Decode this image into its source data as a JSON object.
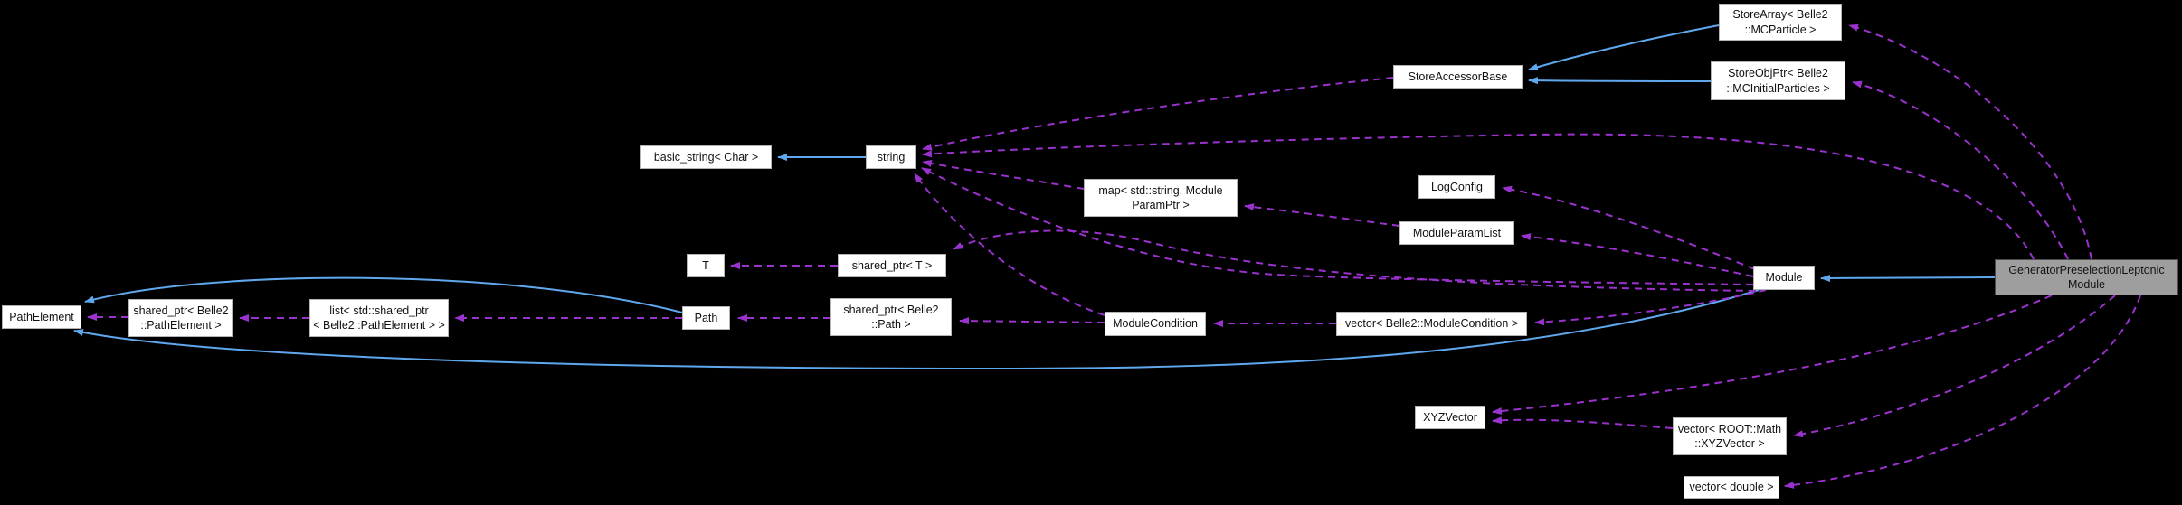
{
  "diagram": {
    "type": "doxygen-collaboration-graph",
    "highlighted_node": "GeneratorPreselectionLeptonicModule",
    "colors": {
      "background": "#000000",
      "node_fill": "#ffffff",
      "node_border": "#b4b4b4",
      "highlight_fill": "#9e9e9e",
      "highlight_border": "#4d4d4d",
      "usage_edge": "#9a32cd",
      "inheritance_edge": "#5fa8ee",
      "text": "#111111"
    }
  },
  "nodes": {
    "store_array": {
      "label": "StoreArray< Belle2 ::MCParticle >",
      "lines": [
        "StoreArray< Belle2",
        "::MCParticle >"
      ]
    },
    "store_obj_ptr": {
      "label": "StoreObjPtr< Belle2 ::MCInitialParticles >",
      "lines": [
        "StoreObjPtr< Belle2",
        "::MCInitialParticles >"
      ]
    },
    "store_accessor_base": {
      "label": "StoreAccessorBase",
      "lines": [
        "StoreAccessorBase"
      ]
    },
    "basic_string": {
      "label": "basic_string< Char >",
      "lines": [
        "basic_string< Char >"
      ]
    },
    "string": {
      "label": "string",
      "lines": [
        "string"
      ]
    },
    "map_param": {
      "label": "map< std::string, Module ParamPtr >",
      "lines": [
        "map< std::string, Module",
        "ParamPtr >"
      ]
    },
    "log_config": {
      "label": "LogConfig",
      "lines": [
        "LogConfig"
      ]
    },
    "module_param_list": {
      "label": "ModuleParamList",
      "lines": [
        "ModuleParamList"
      ]
    },
    "t": {
      "label": "T",
      "lines": [
        "T"
      ]
    },
    "shared_ptr_t": {
      "label": "shared_ptr< T >",
      "lines": [
        "shared_ptr< T >"
      ]
    },
    "module": {
      "label": "Module",
      "lines": [
        "Module"
      ]
    },
    "generator_module": {
      "label": "GeneratorPreselectionLeptonic Module",
      "lines": [
        "GeneratorPreselectionLeptonic",
        "Module"
      ]
    },
    "path_element": {
      "label": "PathElement",
      "lines": [
        "PathElement"
      ]
    },
    "shared_ptr_path_element": {
      "label": "shared_ptr< Belle2 ::PathElement >",
      "lines": [
        "shared_ptr< Belle2",
        "::PathElement >"
      ]
    },
    "list_shared_ptr": {
      "label": "list< std::shared_ptr < Belle2::PathElement > >",
      "lines": [
        "list< std::shared_ptr",
        "< Belle2::PathElement > >"
      ]
    },
    "path": {
      "label": "Path",
      "lines": [
        "Path"
      ]
    },
    "shared_ptr_path": {
      "label": "shared_ptr< Belle2 ::Path >",
      "lines": [
        "shared_ptr< Belle2",
        "::Path >"
      ]
    },
    "module_condition": {
      "label": "ModuleCondition",
      "lines": [
        "ModuleCondition"
      ]
    },
    "vector_module_condition": {
      "label": "vector< Belle2::ModuleCondition >",
      "lines": [
        "vector< Belle2::ModuleCondition >"
      ]
    },
    "xyz_vector": {
      "label": "XYZVector",
      "lines": [
        "XYZVector"
      ]
    },
    "vector_xyz": {
      "label": "vector< ROOT::Math ::XYZVector >",
      "lines": [
        "vector< ROOT::Math",
        "::XYZVector >"
      ]
    },
    "vector_double": {
      "label": "vector< double >",
      "lines": [
        "vector< double >"
      ]
    }
  },
  "edges": [
    {
      "from": "string",
      "to": "basic_string< Char >",
      "relation": "inheritance"
    },
    {
      "from": "StoreArray< Belle2::MCParticle >",
      "to": "StoreAccessorBase",
      "relation": "inheritance"
    },
    {
      "from": "StoreObjPtr< Belle2::MCInitialParticles >",
      "to": "StoreAccessorBase",
      "relation": "inheritance"
    },
    {
      "from": "GeneratorPreselectionLeptonicModule",
      "to": "Module",
      "relation": "inheritance"
    },
    {
      "from": "Path",
      "to": "PathElement",
      "relation": "inheritance"
    },
    {
      "from": "Module",
      "to": "PathElement",
      "relation": "inheritance"
    },
    {
      "from": "GeneratorPreselectionLeptonicModule",
      "to": "StoreArray< Belle2::MCParticle >",
      "relation": "usage"
    },
    {
      "from": "GeneratorPreselectionLeptonicModule",
      "to": "StoreObjPtr< Belle2::MCInitialParticles >",
      "relation": "usage"
    },
    {
      "from": "StoreAccessorBase",
      "to": "string",
      "relation": "usage"
    },
    {
      "from": "GeneratorPreselectionLeptonicModule",
      "to": "string",
      "relation": "usage"
    },
    {
      "from": "map< std::string, ModuleParamPtr >",
      "to": "string",
      "relation": "usage"
    },
    {
      "from": "Module",
      "to": "string",
      "relation": "usage"
    },
    {
      "from": "ModuleCondition",
      "to": "string",
      "relation": "usage"
    },
    {
      "from": "ModuleParamList",
      "to": "map< std::string, ModuleParamPtr >",
      "relation": "usage"
    },
    {
      "from": "Module",
      "to": "LogConfig",
      "relation": "usage"
    },
    {
      "from": "Module",
      "to": "ModuleParamList",
      "relation": "usage"
    },
    {
      "from": "Module",
      "to": "shared_ptr< T >",
      "relation": "usage"
    },
    {
      "from": "shared_ptr< T >",
      "to": "T",
      "relation": "usage"
    },
    {
      "from": "Module",
      "to": "vector< Belle2::ModuleCondition >",
      "relation": "usage"
    },
    {
      "from": "vector< Belle2::ModuleCondition >",
      "to": "ModuleCondition",
      "relation": "usage"
    },
    {
      "from": "ModuleCondition",
      "to": "shared_ptr< Belle2::Path >",
      "relation": "usage"
    },
    {
      "from": "shared_ptr< Belle2::Path >",
      "to": "Path",
      "relation": "usage"
    },
    {
      "from": "Path",
      "to": "list< std::shared_ptr< Belle2::PathElement > >",
      "relation": "usage"
    },
    {
      "from": "list< std::shared_ptr< Belle2::PathElement > >",
      "to": "shared_ptr< Belle2::PathElement >",
      "relation": "usage"
    },
    {
      "from": "shared_ptr< Belle2::PathElement >",
      "to": "PathElement",
      "relation": "usage"
    },
    {
      "from": "GeneratorPreselectionLeptonicModule",
      "to": "XYZVector",
      "relation": "usage"
    },
    {
      "from": "vector< ROOT::Math::XYZVector >",
      "to": "XYZVector",
      "relation": "usage"
    },
    {
      "from": "GeneratorPreselectionLeptonicModule",
      "to": "vector< ROOT::Math::XYZVector >",
      "relation": "usage"
    },
    {
      "from": "GeneratorPreselectionLeptonicModule",
      "to": "vector< double >",
      "relation": "usage"
    }
  ]
}
